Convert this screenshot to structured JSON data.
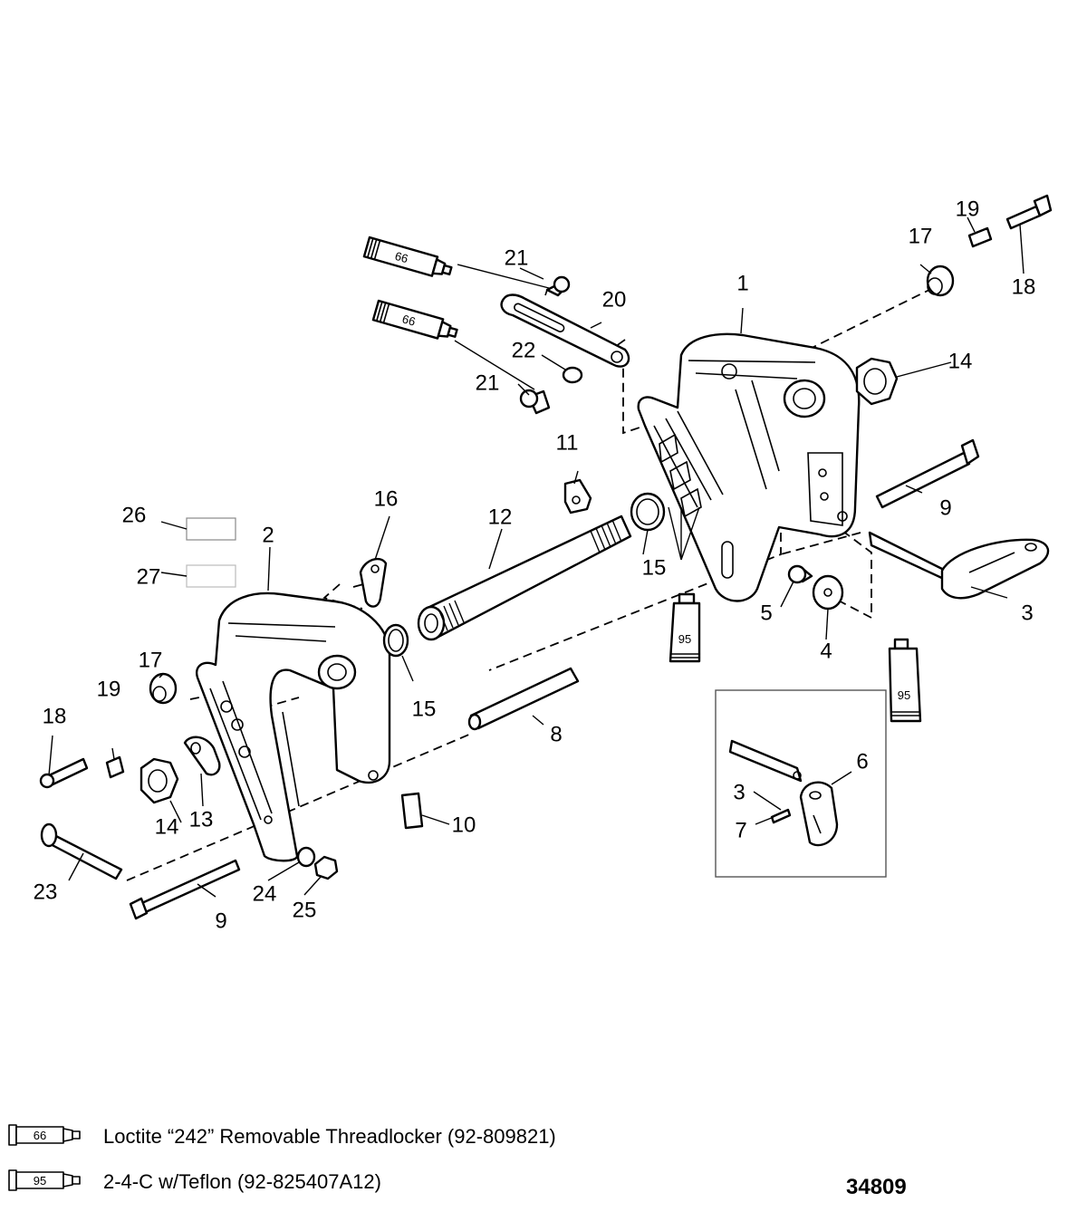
{
  "diagram": {
    "callouts": [
      {
        "id": "c1",
        "label": "1"
      },
      {
        "id": "c2",
        "label": "2"
      },
      {
        "id": "c3a",
        "label": "3"
      },
      {
        "id": "c3b",
        "label": "3"
      },
      {
        "id": "c4",
        "label": "4"
      },
      {
        "id": "c5",
        "label": "5"
      },
      {
        "id": "c6",
        "label": "6"
      },
      {
        "id": "c7",
        "label": "7"
      },
      {
        "id": "c8",
        "label": "8"
      },
      {
        "id": "c9a",
        "label": "9"
      },
      {
        "id": "c9b",
        "label": "9"
      },
      {
        "id": "c10",
        "label": "10"
      },
      {
        "id": "c11",
        "label": "11"
      },
      {
        "id": "c12",
        "label": "12"
      },
      {
        "id": "c13",
        "label": "13"
      },
      {
        "id": "c14a",
        "label": "14"
      },
      {
        "id": "c14b",
        "label": "14"
      },
      {
        "id": "c15a",
        "label": "15"
      },
      {
        "id": "c15b",
        "label": "15"
      },
      {
        "id": "c16",
        "label": "16"
      },
      {
        "id": "c17a",
        "label": "17"
      },
      {
        "id": "c17b",
        "label": "17"
      },
      {
        "id": "c18a",
        "label": "18"
      },
      {
        "id": "c18b",
        "label": "18"
      },
      {
        "id": "c19a",
        "label": "19"
      },
      {
        "id": "c19b",
        "label": "19"
      },
      {
        "id": "c20",
        "label": "20"
      },
      {
        "id": "c21a",
        "label": "21"
      },
      {
        "id": "c21b",
        "label": "21"
      },
      {
        "id": "c22",
        "label": "22"
      },
      {
        "id": "c23",
        "label": "23"
      },
      {
        "id": "c24",
        "label": "24"
      },
      {
        "id": "c25",
        "label": "25"
      },
      {
        "id": "c26",
        "label": "26"
      },
      {
        "id": "c27",
        "label": "27"
      }
    ],
    "tubes": [
      {
        "id": "t66a",
        "label": "66"
      },
      {
        "id": "t66b",
        "label": "66"
      },
      {
        "id": "t95a",
        "label": "95"
      },
      {
        "id": "t95b",
        "label": "95"
      }
    ]
  },
  "legend": [
    {
      "code": "66",
      "text": "Loctite “242”  Removable Threadlocker (92-809821)"
    },
    {
      "code": "95",
      "text": "2-4-C w/Teflon (92-825407A12)"
    }
  ],
  "figure_number": "34809"
}
